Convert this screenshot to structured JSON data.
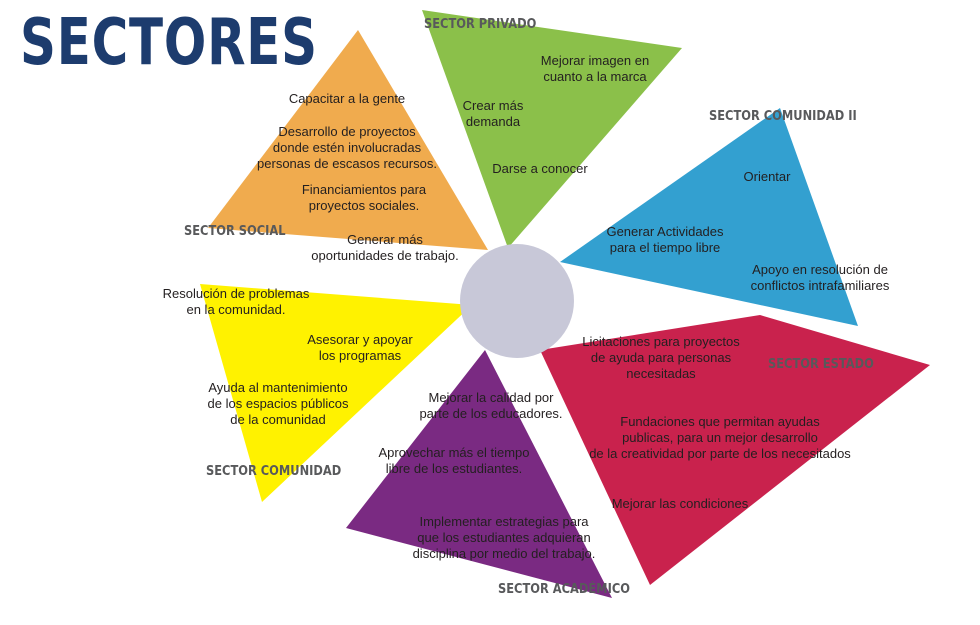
{
  "title": "SECTORES",
  "colors": {
    "title": "#1d3c6e",
    "privado": "#8bc04a",
    "comunidad_ii": "#33a0d0",
    "estado": "#c9224d",
    "academico": "#7a2a82",
    "comunidad": "#fff200",
    "social": "#f0ab4e",
    "center": "#c8c8d8"
  },
  "sectors": {
    "privado": {
      "label": "SECTOR PRIVADO",
      "items": [
        "Mejorar imagen en\ncuanto a la marca",
        "Crear más\ndemanda",
        "Darse a conocer"
      ]
    },
    "comunidad_ii": {
      "label": "SECTOR COMUNIDAD II",
      "items": [
        "Orientar",
        "Generar Actividades\npara el tiempo libre",
        "Apoyo en resolución de\nconflictos intrafamiliares"
      ]
    },
    "estado": {
      "label": "SECTOR ESTADO",
      "items": [
        "Licitaciones para proyectos\nde ayuda para personas\nnecesitadas",
        "Fundaciones que permitan ayudas\npublicas, para un mejor desarrollo\nde la creatividad por parte de los necesitados",
        "Mejorar las condiciones"
      ]
    },
    "academico": {
      "label": "SECTOR ACADÉMICO",
      "items": [
        "Mejorar la calidad por\nparte de los educadores.",
        "Aprovechar más el tiempo\nlibre de los estudiantes.",
        "Implementar estrategias para\nque los estudiantes adquieran\ndisciplina por medio del trabajo."
      ]
    },
    "comunidad": {
      "label": "SECTOR COMUNIDAD",
      "items": [
        "Resolución de problemas\nen la comunidad.",
        "Asesorar y apoyar\nlos programas",
        "Ayuda al mantenimiento\nde los espacios públicos\nde la comunidad"
      ]
    },
    "social": {
      "label": "SECTOR SOCIAL",
      "items": [
        "Capacitar a la gente",
        "Desarrollo de proyectos\ndonde estén involucradas\npersonas de escasos recursos.",
        "Financiamientos para\nproyectos sociales.",
        "Generar más\noportunidades de trabajo."
      ]
    }
  }
}
